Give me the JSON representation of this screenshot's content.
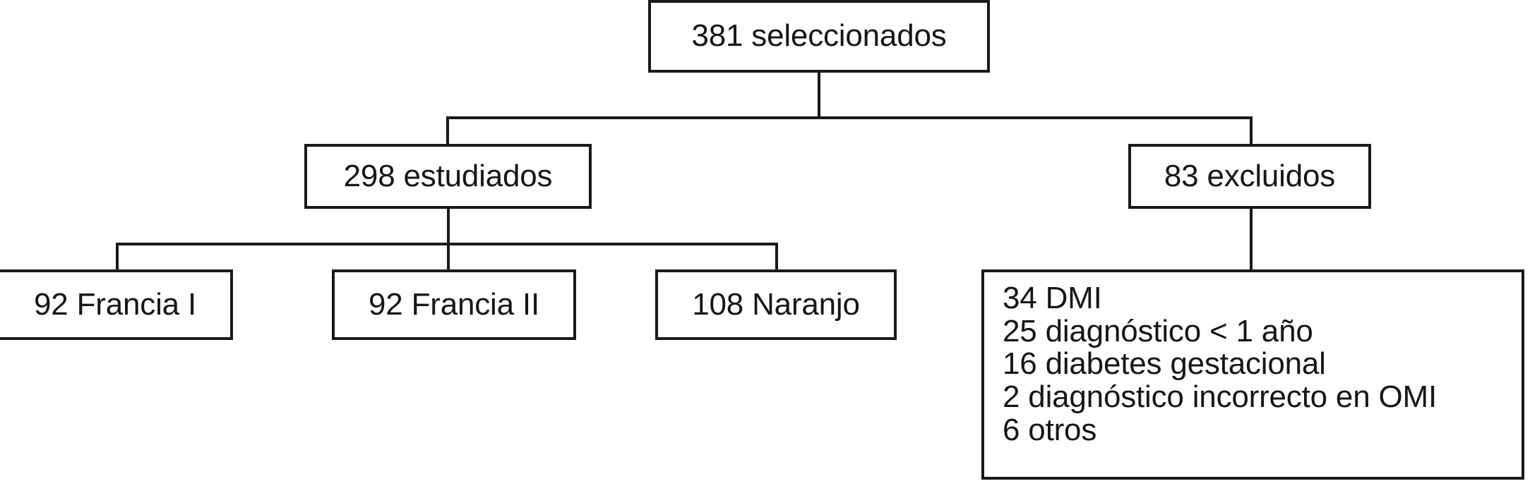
{
  "chart_data": {
    "type": "diagram",
    "subtype": "flow-chart",
    "language": "es",
    "nodes": [
      {
        "id": "root",
        "label": "381 seleccionados",
        "count": 381,
        "level": 0
      },
      {
        "id": "studied",
        "label": "298 estudiados",
        "count": 298,
        "level": 1
      },
      {
        "id": "excluded",
        "label": "83 excluidos",
        "count": 83,
        "level": 1
      },
      {
        "id": "francia1",
        "label": "92 Francia I",
        "count": 92,
        "level": 2
      },
      {
        "id": "francia2",
        "label": "92 Francia II",
        "count": 92,
        "level": 2
      },
      {
        "id": "naranjo",
        "label": "108 Naranjo",
        "count": 108,
        "level": 2
      },
      {
        "id": "excluded_detail",
        "count": 83,
        "level": 2,
        "lines": [
          "34 DMI",
          "25 diagnóstico < 1 año",
          "16 diabetes gestacional",
          "2 diagnóstico incorrecto en OMI",
          "6 otros"
        ],
        "breakdown": [
          {
            "count": 34,
            "reason": "DMI"
          },
          {
            "count": 25,
            "reason": "diagnóstico < 1 año"
          },
          {
            "count": 16,
            "reason": "diabetes gestacional"
          },
          {
            "count": 2,
            "reason": "diagnóstico incorrecto en OMI"
          },
          {
            "count": 6,
            "reason": "otros"
          }
        ]
      }
    ],
    "edges": [
      {
        "from": "root",
        "to": "studied"
      },
      {
        "from": "root",
        "to": "excluded"
      },
      {
        "from": "studied",
        "to": "francia1"
      },
      {
        "from": "studied",
        "to": "francia2"
      },
      {
        "from": "studied",
        "to": "naranjo"
      },
      {
        "from": "excluded",
        "to": "excluded_detail"
      }
    ],
    "colors": {
      "line": "#191919",
      "text": "#161616",
      "background": "#ffffff"
    }
  },
  "root": {
    "label": "381 seleccionados"
  },
  "row2": {
    "studied": {
      "label": "298 estudiados"
    },
    "excluded": {
      "label": "83 excluidos"
    }
  },
  "row3": {
    "francia1": {
      "label": "92 Francia I"
    },
    "francia2": {
      "label": "92 Francia II"
    },
    "naranjo": {
      "label": "108 Naranjo"
    },
    "excluded_detail": {
      "line1": "34 DMI",
      "line2": "25 diagnóstico < 1 año",
      "line3": "16 diabetes gestacional",
      "line4": "2 diagnóstico incorrecto en OMI",
      "line5": "6 otros"
    }
  }
}
